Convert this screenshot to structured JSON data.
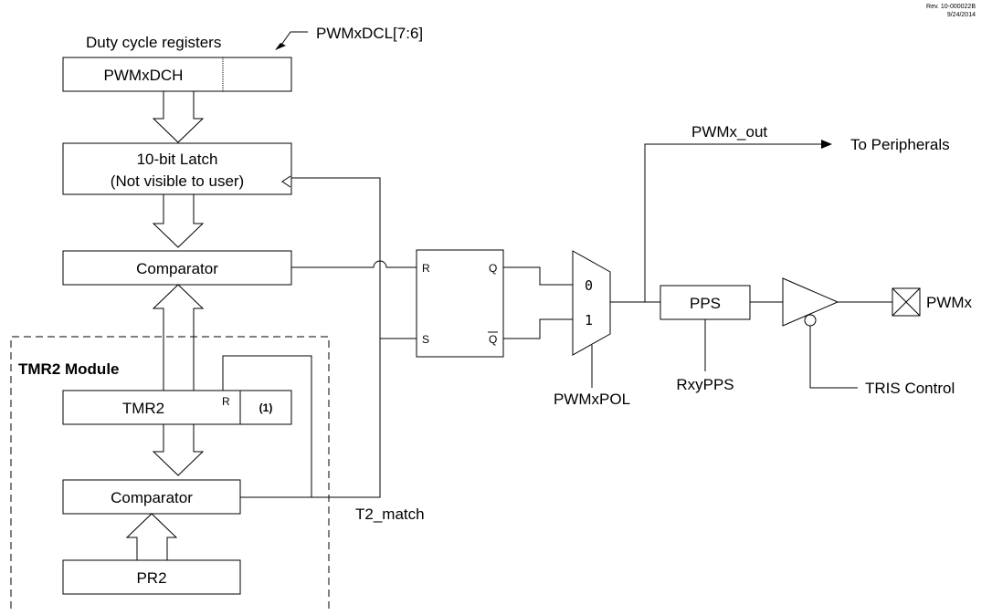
{
  "revision": {
    "line1": "Rev. 10-000022B",
    "line2": "9/24/2014"
  },
  "registers": {
    "title": "Duty cycle registers",
    "dcl_label": "PWMxDCL[7:6]",
    "dch_label": "PWMxDCH"
  },
  "latch": {
    "line1": "10-bit Latch",
    "line2": "(Not visible to user)"
  },
  "comparator_top": "Comparator",
  "tmr2_module": {
    "title": "TMR2 Module",
    "tmr2": "TMR2",
    "reset_label": "R",
    "note": "(1)",
    "comparator": "Comparator",
    "pr2": "PR2"
  },
  "t2_match": "T2_match",
  "sr_latch": {
    "r": "R",
    "s": "S",
    "q": "Q",
    "q_bar": "Q"
  },
  "mux": {
    "input0": "0",
    "input1": "1",
    "select_label": "PWMxPOL"
  },
  "pwm_out": "PWMx_out",
  "to_peripherals": "To Peripherals",
  "pps": {
    "label": "PPS",
    "select_label": "RxyPPS"
  },
  "tris_control": "TRIS Control",
  "pin_label": "PWMx"
}
